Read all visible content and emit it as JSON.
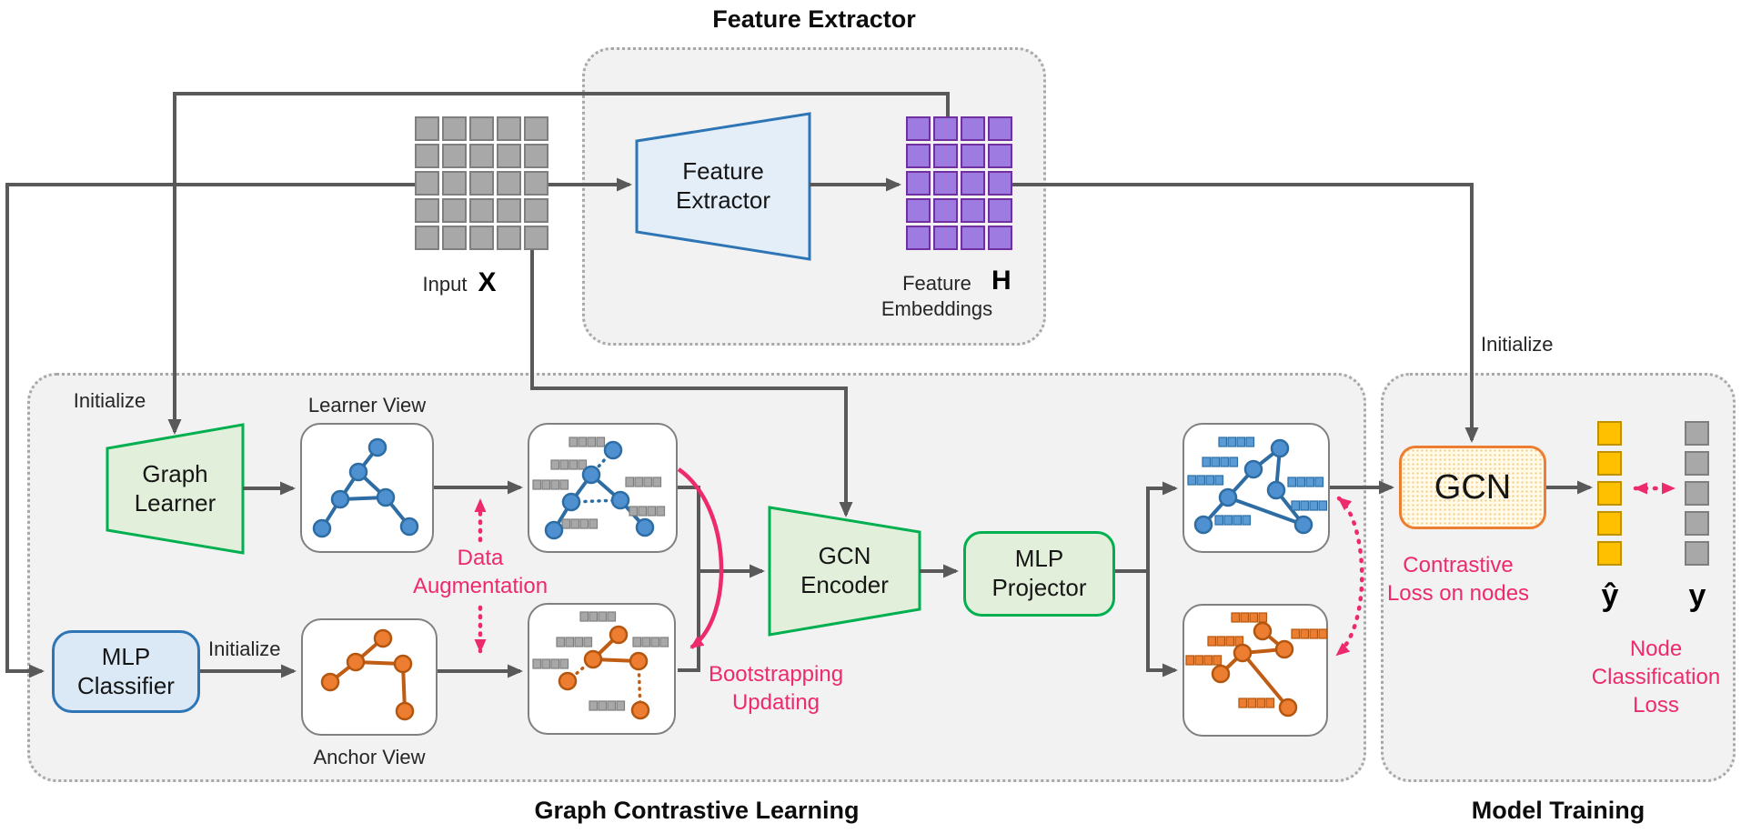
{
  "sections": {
    "feature_extractor": {
      "title": "Feature Extractor"
    },
    "graph_contrastive_learning": {
      "title": "Graph Contrastive Learning"
    },
    "model_training": {
      "title": "Model Training"
    }
  },
  "blocks": {
    "feature_extractor": {
      "line1": "Feature",
      "line2": "Extractor"
    },
    "graph_learner": {
      "line1": "Graph",
      "line2": "Learner"
    },
    "mlp_classifier": {
      "line1": "MLP",
      "line2": "Classifier"
    },
    "gcn_encoder": {
      "line1": "GCN",
      "line2": "Encoder"
    },
    "mlp_projector": {
      "line1": "MLP",
      "line2": "Projector"
    },
    "gcn": {
      "label": "GCN"
    }
  },
  "labels": {
    "input": "Input",
    "input_symbol": "X",
    "feature_embeddings_line1": "Feature",
    "feature_embeddings_line2": "Embeddings",
    "embeddings_symbol": "H",
    "initialize_graph_learner": "Initialize",
    "initialize_mlp": "Initialize",
    "initialize_gcn": "Initialize",
    "learner_view": "Learner View",
    "anchor_view": "Anchor View",
    "y_pred": "ŷ",
    "y_true": "y"
  },
  "annotations": {
    "data_augmentation": {
      "line1": "Data",
      "line2": "Augmentation"
    },
    "bootstrapping": {
      "line1": "Bootstrapping",
      "line2": "Updating"
    },
    "contrastive_loss": {
      "line1": "Contrastive",
      "line2": "Loss on nodes"
    },
    "node_classification_loss": {
      "line1": "Node",
      "line2": "Classification",
      "line3": "Loss"
    }
  },
  "grids": {
    "input_matrix": {
      "rows": 5,
      "cols": 5,
      "cell": 27,
      "gap": 3,
      "fill": "#a8a8a8",
      "stroke": "#7f7f7f"
    },
    "embedding_matrix": {
      "rows": 5,
      "cols": 4,
      "cell": 27,
      "gap": 3,
      "fill": "#9d7be0",
      "stroke": "#7030a0"
    },
    "y_pred_vector": {
      "rows": 5,
      "cols": 1,
      "cell": 27,
      "gap": 6,
      "fill": "#ffc000",
      "stroke": "#bf9000"
    },
    "y_true_vector": {
      "rows": 5,
      "cols": 1,
      "cell": 27,
      "gap": 6,
      "fill": "#a8a8a8",
      "stroke": "#7f7f7f"
    }
  },
  "colors": {
    "wire": "#595959",
    "pink": "#ee2a6e",
    "blue_node": "#4f90d1",
    "blue_edge": "#2e6da4",
    "orange_node": "#ed7d31",
    "orange_edge": "#c05c14",
    "green_border": "#00b050",
    "green_fill": "#e2efda",
    "blue_border": "#2e75b6",
    "blue_fill": "#dbe8f6",
    "gcn_border": "#ed7d31",
    "gcn_fill": "#fffbe8",
    "purple_cell": "#9d7be0",
    "gray_cell": "#a8a8a8",
    "container_fill": "#f2f2f2",
    "container_border": "#a8a8a8"
  }
}
